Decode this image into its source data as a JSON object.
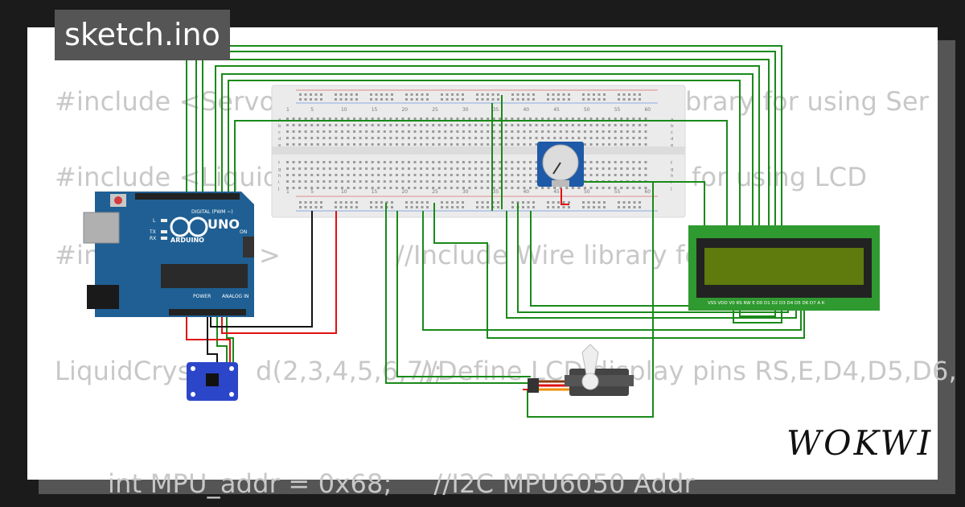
{
  "title": "sketch.ino",
  "brand": "WOKWI",
  "code_lines": [
    "#include <Servo.h",
    "brary for using Ser",
    "#include <LiquidC",
    "for using LCD",
    "#in",
    ">",
    "//Include Wire library for",
    "LiquidCrys",
    "d(2,3,4,5,6,7);",
    "//Define LCD display pins RS,E,D4,D5,D6,",
    "int MPU_addr = 0x68;     //I2C MPU6050 Addr"
  ],
  "arduino": {
    "model_label": "UNO",
    "brand_label": "ARDUINO",
    "digital_label": "DIGITAL (PWM ~)",
    "power_label": "POWER",
    "analog_label": "ANALOG IN",
    "on_label": "ON",
    "l_label": "L",
    "tx_label": "TX",
    "rx_label": "RX"
  },
  "breadboard": {
    "col_numbers": [
      "1",
      "5",
      "10",
      "15",
      "20",
      "25",
      "30",
      "35",
      "40",
      "45",
      "50",
      "55",
      "60"
    ],
    "row_letters_top": [
      "a",
      "b",
      "c",
      "d",
      "e"
    ],
    "row_letters_bottom": [
      "f",
      "g",
      "h",
      "i",
      "j"
    ]
  },
  "lcd": {
    "pin_labels": "VSS VDD V0 RS RW E D0 D1 D2 D3 D4 D5 D6 D7 A K"
  },
  "colors": {
    "wire_green": "#1a8a1a",
    "wire_red": "#e01010",
    "wire_black": "#111111",
    "arduino_blue": "#1f5f93",
    "lcd_green": "#2f9a2f",
    "lcd_screen": "#5f7a0d",
    "mpu_blue": "#2c46c9"
  }
}
